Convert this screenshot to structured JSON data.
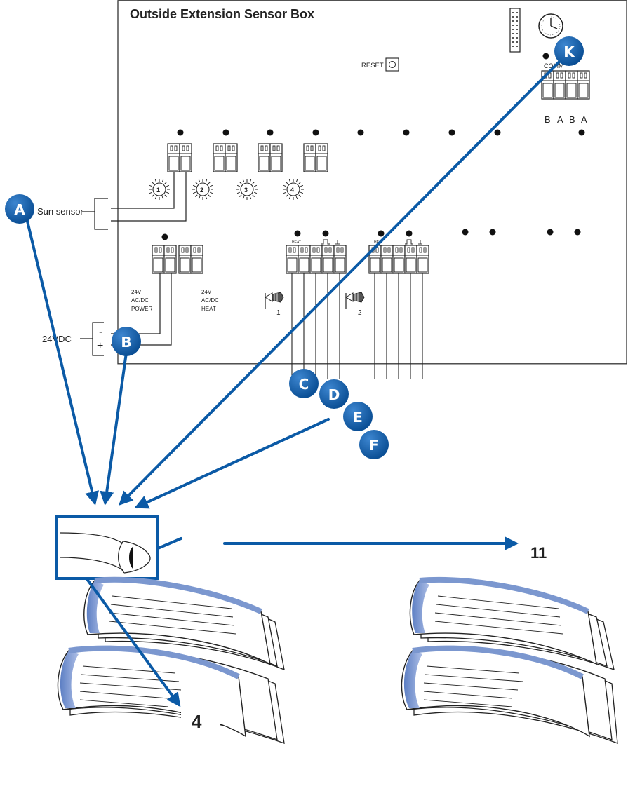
{
  "title": "Outside Extension Sensor Box",
  "labels": {
    "reset": "RESET",
    "comm": "COMM",
    "bus_letters": [
      "B",
      "A",
      "B",
      "A"
    ],
    "sun_sensor": "Sun sensor",
    "power_line1": "24V",
    "power_line2": "AC/DC",
    "power_line3": "POWER",
    "heat_line1": "24V",
    "heat_line2": "AC/DC",
    "heat_line3": "HEAT",
    "supply": "24VDC",
    "minus": "-",
    "plus": "+",
    "heat_small_1": "HEAT",
    "heat_small_2": "HEAT",
    "anemo_1": "1",
    "anemo_2": "2"
  },
  "dials": [
    "1",
    "2",
    "3",
    "4"
  ],
  "badges": {
    "A": "A",
    "B": "B",
    "C": "C",
    "D": "D",
    "E": "E",
    "F": "F",
    "K": "K"
  },
  "books": {
    "left_page": "4",
    "right_page": "11"
  },
  "colors": {
    "accent": "#0b5aa6",
    "book_stripe": "#7b97cf",
    "line": "#222222"
  }
}
